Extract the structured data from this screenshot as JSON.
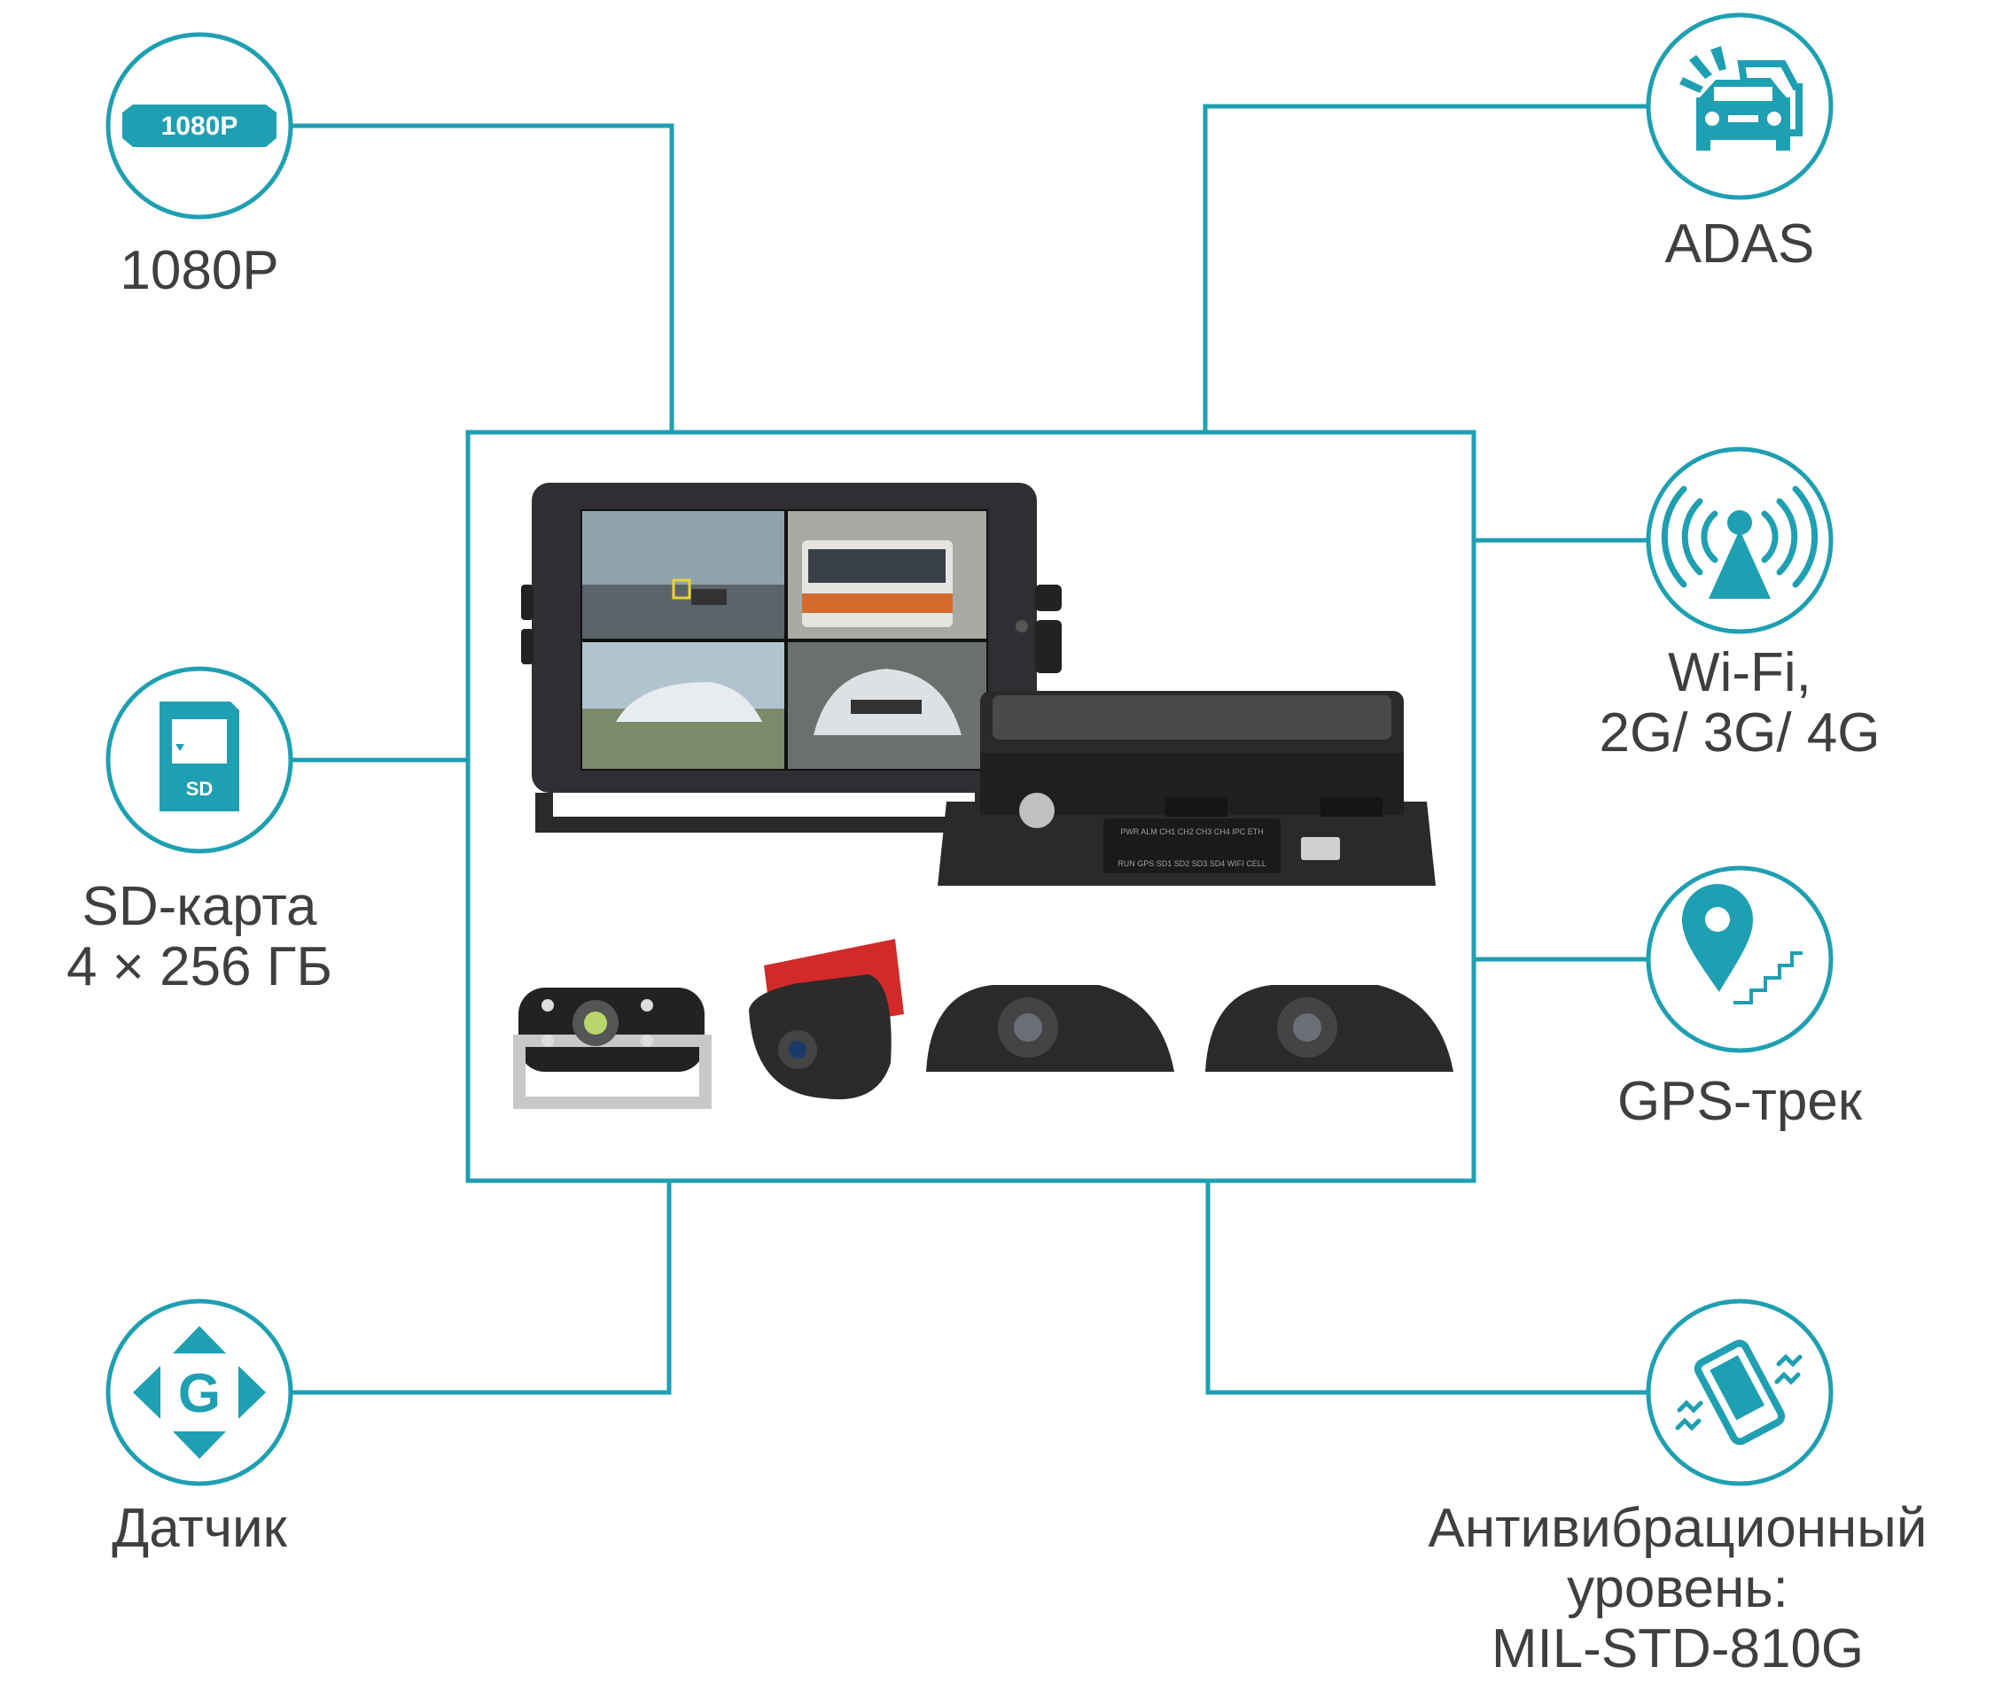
{
  "colors": {
    "accent": "#1f9fb2",
    "text": "#3f3f3f",
    "device": "#2a2a2a",
    "screen_light": "#8fa3ad"
  },
  "features": {
    "resolution": {
      "icon": "1080p-badge-icon",
      "badge_text": "1080P",
      "label": [
        "1080P"
      ]
    },
    "adas": {
      "icon": "car-collision-icon",
      "label": [
        "ADAS"
      ]
    },
    "wifi": {
      "icon": "signal-tower-icon",
      "label": [
        "Wi-Fi,",
        "2G/ 3G/ 4G"
      ]
    },
    "sd": {
      "icon": "sd-card-icon",
      "card_text": "SD",
      "label": [
        "SD-карта",
        "4 × 256 ГБ"
      ]
    },
    "gps": {
      "icon": "map-pin-icon",
      "label": [
        "GPS-трек"
      ]
    },
    "sensor": {
      "icon": "g-sensor-icon",
      "badge_text": "G",
      "label": [
        "Датчик"
      ]
    },
    "vibration": {
      "icon": "vibrating-phone-icon",
      "label": [
        "Антивибрационный",
        "уровень:",
        "MIL-STD-810G"
      ]
    }
  },
  "product": {
    "dvr_indicators_top": [
      "PWR",
      "ALM",
      "CH1",
      "CH2",
      "CH3",
      "CH4",
      "IPC",
      "ETH"
    ],
    "dvr_indicators_bottom": [
      "RUN",
      "GPS",
      "SD1",
      "SD2",
      "SD3",
      "SD4",
      "WIFI",
      "CELL"
    ]
  }
}
